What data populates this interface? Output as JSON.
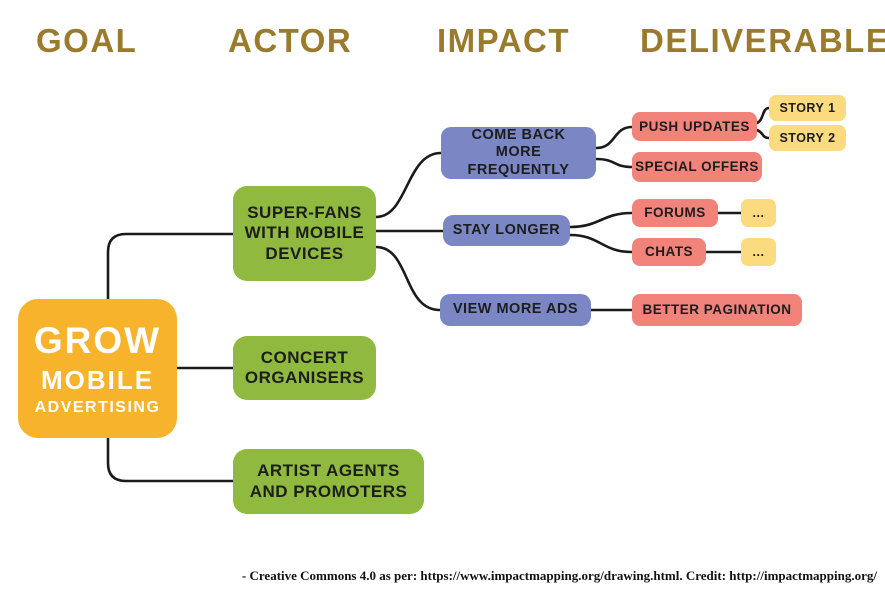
{
  "headers": [
    {
      "label": "GOAL"
    },
    {
      "label": "ACTOR"
    },
    {
      "label": "IMPACT"
    },
    {
      "label": "DELIVERABLE"
    }
  ],
  "goal": {
    "line1": "GROW",
    "line2": "MOBILE",
    "line3": "ADVERTISING"
  },
  "actors": [
    {
      "label": "SUPER-FANS WITH MOBILE DEVICES"
    },
    {
      "label": "CONCERT ORGANISERS"
    },
    {
      "label": "ARTIST AGENTS AND PROMOTERS"
    }
  ],
  "impacts": [
    {
      "label": "COME BACK MORE FREQUENTLY"
    },
    {
      "label": "STAY LONGER"
    },
    {
      "label": "VIEW MORE ADS"
    }
  ],
  "deliverables": [
    {
      "label": "PUSH UPDATES"
    },
    {
      "label": "SPECIAL OFFERS"
    },
    {
      "label": "FORUMS"
    },
    {
      "label": "CHATS"
    },
    {
      "label": "BETTER PAGINATION"
    }
  ],
  "stories": [
    {
      "label": "STORY 1"
    },
    {
      "label": "STORY 2"
    },
    {
      "label": "..."
    },
    {
      "label": "..."
    }
  ],
  "footer": "- Creative Commons 4.0 as per: https://www.impactmapping.org/drawing.html. Credit: http://impactmapping.org/",
  "colors": {
    "header": "#9a7b2d",
    "goal": "#f6b32b",
    "actor": "#8fba3f",
    "impact": "#7b87c4",
    "deliverable": "#f1837b",
    "story": "#fbda80"
  }
}
